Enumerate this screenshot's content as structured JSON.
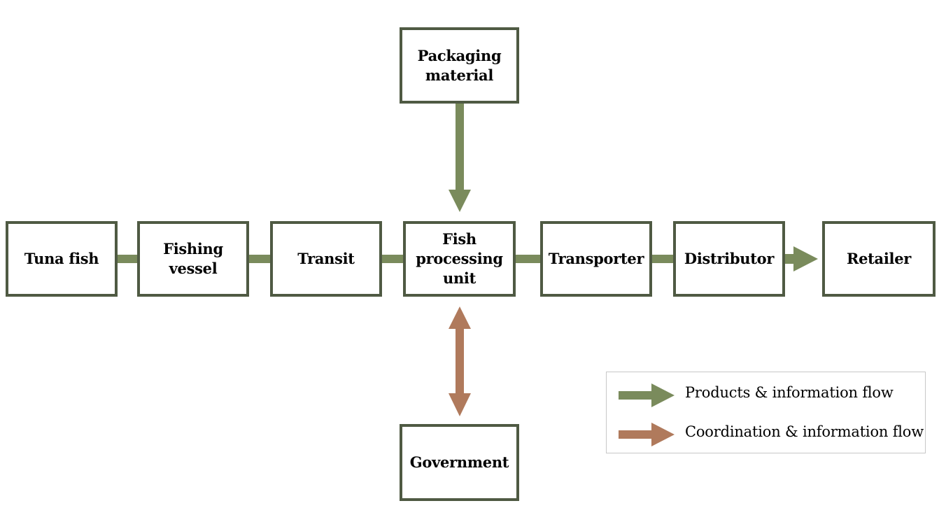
{
  "diagram": {
    "nodes": {
      "tuna_fish": "Tuna fish",
      "fishing_vessel": "Fishing\nvessel",
      "transit": "Transit",
      "fish_processing_unit": "Fish\nprocessing\nunit",
      "transporter": "Transporter",
      "distributor": "Distributor",
      "retailer": "Retailer",
      "packaging_material": "Packaging\nmaterial",
      "government": "Government"
    },
    "legend": {
      "products_flow": "Products & information flow",
      "coordination_flow": "Coordination & information flow"
    },
    "colors": {
      "products_flow": "#7a8b5c",
      "coordination_flow": "#b07a5c",
      "box_border": "#4f5a43"
    }
  }
}
